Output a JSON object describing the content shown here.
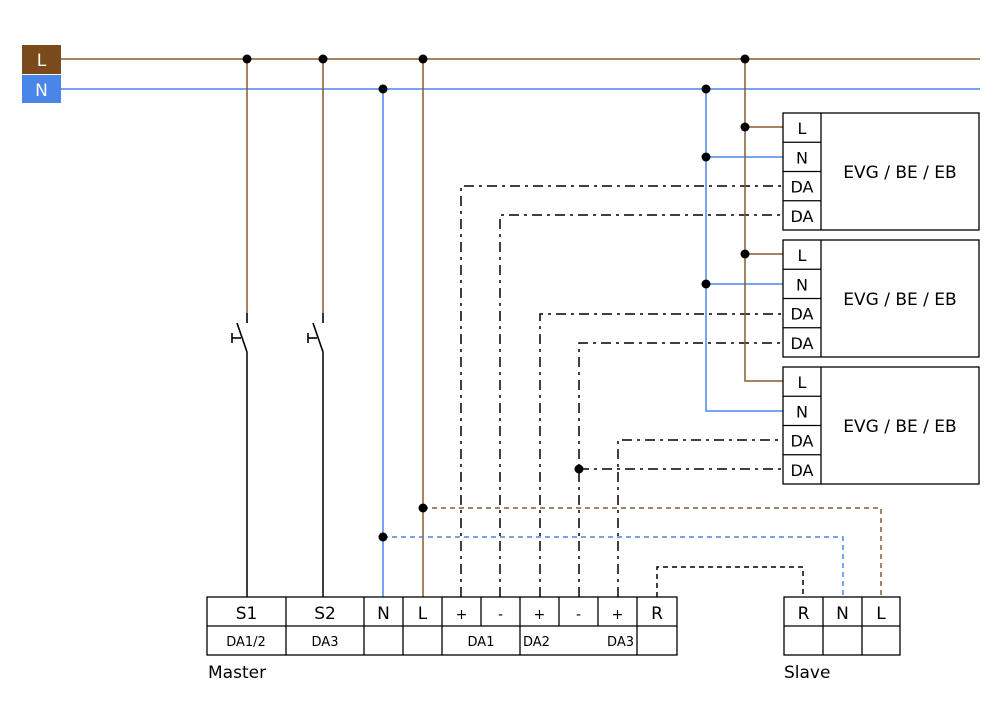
{
  "colors": {
    "live": "#8b5a2b",
    "neutral": "#4a86e8",
    "data": "#000000",
    "live_label_bg": "#7a4a1a"
  },
  "bus": {
    "live_label": "L",
    "neutral_label": "N"
  },
  "ballasts": [
    {
      "label": "EVG / BE / EB",
      "terminals": [
        "L",
        "N",
        "DA",
        "DA"
      ]
    },
    {
      "label": "EVG / BE / EB",
      "terminals": [
        "L",
        "N",
        "DA",
        "DA"
      ]
    },
    {
      "label": "EVG / BE / EB",
      "terminals": [
        "L",
        "N",
        "DA",
        "DA"
      ]
    }
  ],
  "master": {
    "label": "Master",
    "terminals": [
      "S1",
      "S2",
      "N",
      "L",
      "+",
      "-",
      "+",
      "-",
      "+",
      "R"
    ],
    "sublabels": {
      "s1": "DA1/2",
      "s2": "DA3",
      "da1": "DA1",
      "da2": "DA2",
      "da3": "DA3"
    }
  },
  "slave": {
    "label": "Slave",
    "terminals": [
      "R",
      "N",
      "L"
    ]
  }
}
